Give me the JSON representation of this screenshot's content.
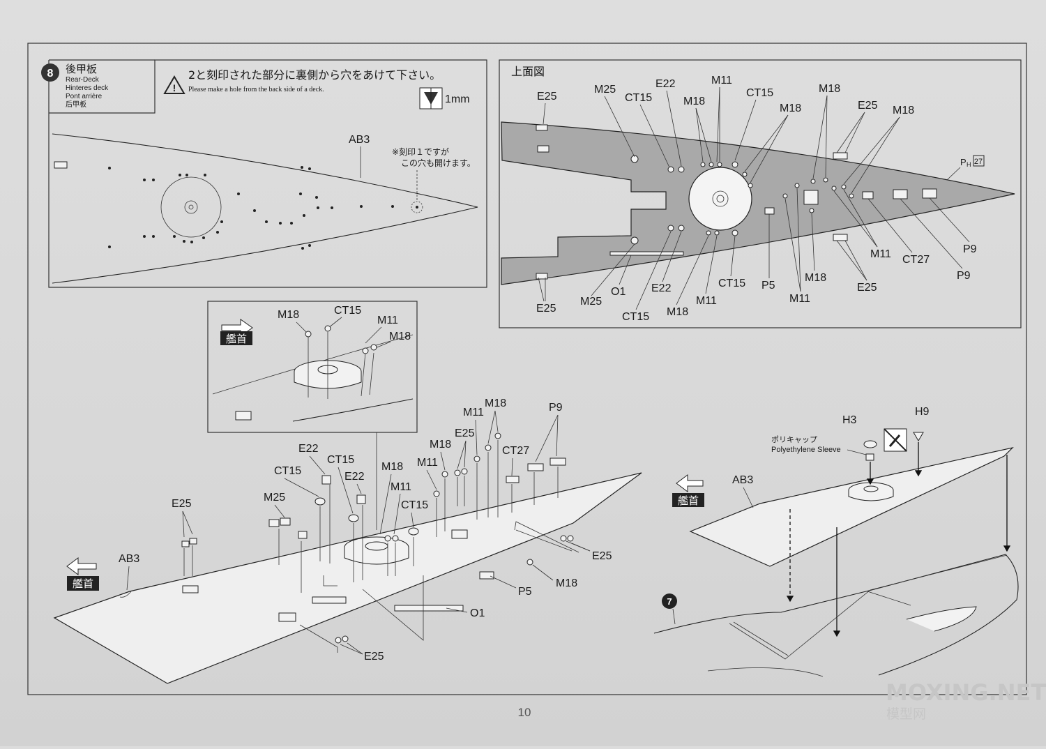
{
  "step": {
    "number": "8",
    "title_jp": "後甲板",
    "title_en": "Rear-Deck",
    "title_de": "Hinteres deck",
    "title_fr": "Pont arrière",
    "title_cn": "后甲板"
  },
  "caution": {
    "text_jp": "2と刻印された部分に裏側から穴をあけて下さい。",
    "text_en": "Please make a hole from the back side of a deck.",
    "drill_size": "1mm"
  },
  "panel_top_left": {
    "part": "AB3",
    "note_line1": "※刻印１ですが",
    "note_line2": "この穴も開けます。"
  },
  "panel_top_right": {
    "title": "上面図",
    "pink_ref": "P",
    "pink_sub": "H",
    "pink_page": "27",
    "labels_top": [
      "E25",
      "M25",
      "CT15",
      "E22",
      "M18",
      "M11",
      "CT15",
      "M18",
      "M18",
      "E25",
      "M18"
    ],
    "labels_bottom": [
      "E25",
      "M25",
      "O1",
      "CT15",
      "E22",
      "M18",
      "M11",
      "CT15",
      "P5",
      "M11",
      "M18",
      "E25",
      "M11",
      "CT27",
      "P9",
      "P9"
    ]
  },
  "bow_label": "艦首",
  "inset": {
    "labels": [
      "M18",
      "CT15",
      "M11",
      "M18"
    ]
  },
  "main_assembly": {
    "deck_part": "AB3",
    "labels": [
      "E25",
      "M25",
      "CT15",
      "E22",
      "CT15",
      "E22",
      "M18",
      "M11",
      "CT15",
      "M18",
      "M11",
      "E25",
      "M11",
      "M18",
      "CT27",
      "P9",
      "E25",
      "M18",
      "P5",
      "O1",
      "E25"
    ]
  },
  "right_assembly": {
    "deck_part": "AB3",
    "h3": "H3",
    "h9": "H9",
    "polycap_jp": "ポリキャップ",
    "polycap_en": "Polyethylene Sleeve",
    "prev_step": "7"
  },
  "page_number": "10",
  "watermark": "MOXING.NET",
  "watermark_sub": "模型网"
}
